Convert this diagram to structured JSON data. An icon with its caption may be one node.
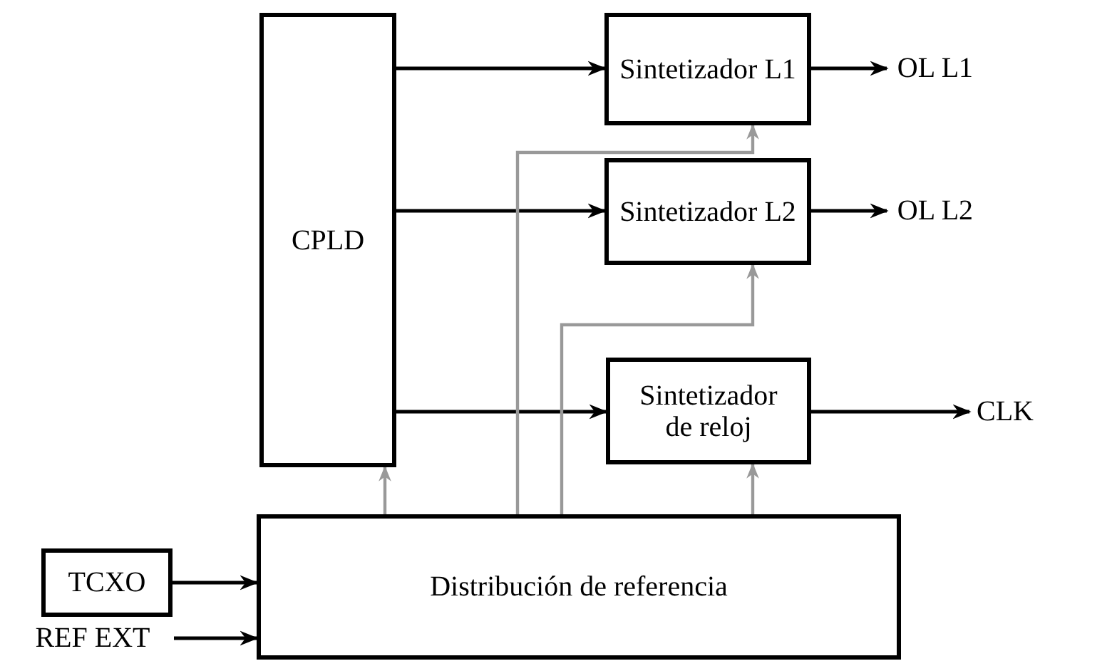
{
  "diagram": {
    "nodes": [
      {
        "text": [
          "CPLD"
        ]
      },
      {
        "text": [
          "Sintetizador L1"
        ]
      },
      {
        "text": [
          "Sintetizador L2"
        ]
      },
      {
        "text": [
          "Sintetizador de reloj"
        ]
      },
      {
        "text": [
          "TCXO"
        ]
      },
      {
        "text": [
          "Distribución de referencia"
        ]
      },
      {
        "text": [
          "OL L1"
        ]
      },
      {
        "text": [
          "OL L2"
        ]
      },
      {
        "text": [
          "CLK"
        ]
      },
      {
        "text": [
          "REF EXT"
        ]
      }
    ],
    "edges": [
      {
        "from": 0,
        "to": 1,
        "arrow": "to"
      },
      {
        "from": 0,
        "to": 2,
        "arrow": "to"
      },
      {
        "from": 0,
        "to": 3,
        "arrow": "to"
      },
      {
        "from": 1,
        "to": 6,
        "arrow": "to"
      },
      {
        "from": 2,
        "to": 7,
        "arrow": "to"
      },
      {
        "from": 3,
        "to": 8,
        "arrow": "to"
      },
      {
        "from": 4,
        "to": 5,
        "arrow": "to"
      },
      {
        "from": 9,
        "to": 5,
        "arrow": "to"
      },
      {
        "from": 5,
        "to": 0,
        "arrow": "to",
        "color": "#999999"
      },
      {
        "from": 5,
        "to": 1,
        "arrow": "to",
        "color": "#999999"
      },
      {
        "from": 5,
        "to": 2,
        "arrow": "to",
        "color": "#999999"
      },
      {
        "from": 5,
        "to": 3,
        "arrow": "to",
        "color": "#999999"
      }
    ]
  }
}
